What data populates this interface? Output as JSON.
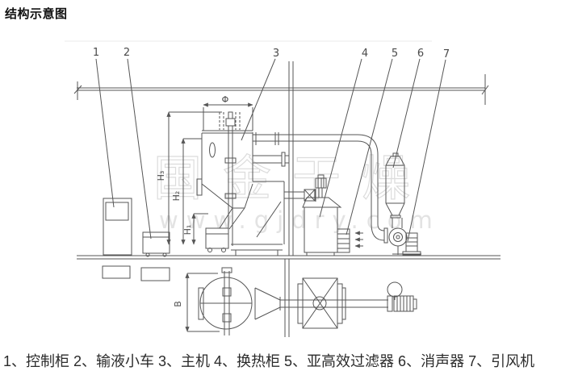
{
  "page": {
    "title": "结构示意图",
    "background": "#ffffff"
  },
  "watermark": {
    "chars": "国金干燥",
    "url": "www.gjdry.com",
    "outline_color": "#dcdcdc",
    "text_color": "#e3e3e3"
  },
  "diagram": {
    "line_color": "#565656",
    "part_labels": [
      "1",
      "2",
      "3",
      "4",
      "5",
      "6",
      "7"
    ],
    "dim_labels": {
      "phi": "Φ",
      "h3": "H₃",
      "h2": "H₂",
      "h1": "H₁",
      "b": "B"
    }
  },
  "legend": [
    {
      "num": "1",
      "name": "控制柜"
    },
    {
      "num": "2",
      "name": "输液小车"
    },
    {
      "num": "3",
      "name": "主机"
    },
    {
      "num": "4",
      "name": "换热柜"
    },
    {
      "num": "5",
      "name": "亚高效过滤器"
    },
    {
      "num": "6",
      "name": "消声器"
    },
    {
      "num": "7",
      "name": "引风机"
    }
  ],
  "caption": {
    "text": "1、控制柜 2、输液小车 3、主机 4、换热柜 5、亚高效过滤器 6、消声器 7、引风机"
  }
}
